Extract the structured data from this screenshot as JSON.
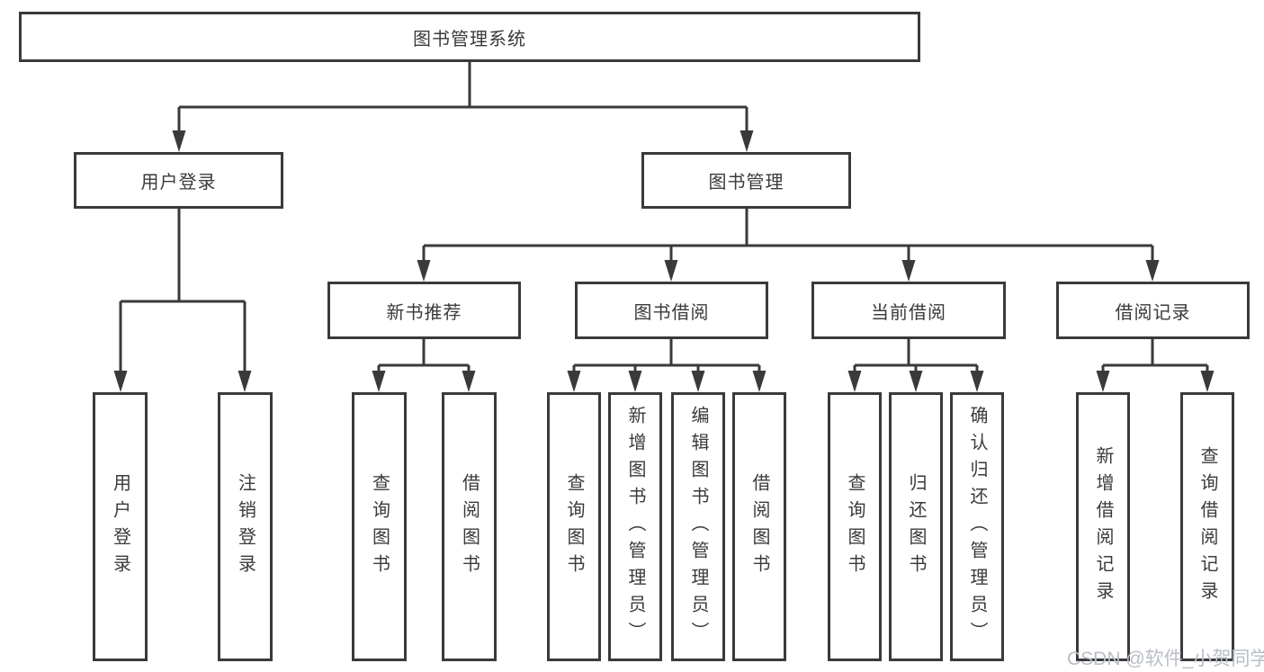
{
  "diagram": {
    "title": "图书管理系统",
    "colors": {
      "line": "#3a3a3a",
      "text": "#3a3a3a",
      "background": "#ffffff",
      "watermark": "#b9bec6"
    },
    "nodes": {
      "root": "图书管理系统",
      "user_login": "用户登录",
      "book_mgmt": "图书管理",
      "new_book_rec": "新书推荐",
      "book_borrow": "图书借阅",
      "current_borrow": "当前借阅",
      "borrow_record": "借阅记录",
      "leaf_user_login": "用户登录",
      "leaf_logout": "注销登录",
      "leaf_nbr_query": "查询图书",
      "leaf_nbr_borrow": "借阅图书",
      "leaf_bb_query": "查询图书",
      "leaf_bb_add": "新增图书（管理员）",
      "leaf_bb_edit": "编辑图书（管理员）",
      "leaf_bb_borrow": "借阅图书",
      "leaf_cb_query": "查询图书",
      "leaf_cb_return": "归还图书",
      "leaf_cb_confirm": "确认归还（管理员）",
      "leaf_br_add": "新增借阅记录",
      "leaf_br_query": "查询借阅记录"
    },
    "hierarchy": {
      "图书管理系统": {
        "用户登录": [
          "用户登录",
          "注销登录"
        ],
        "图书管理": {
          "新书推荐": [
            "查询图书",
            "借阅图书"
          ],
          "图书借阅": [
            "查询图书",
            "新增图书（管理员）",
            "编辑图书（管理员）",
            "借阅图书"
          ],
          "当前借阅": [
            "查询图书",
            "归还图书",
            "确认归还（管理员）"
          ],
          "借阅记录": [
            "新增借阅记录",
            "查询借阅记录"
          ]
        }
      }
    }
  },
  "watermark": "CSDN @软件_小贺同学"
}
